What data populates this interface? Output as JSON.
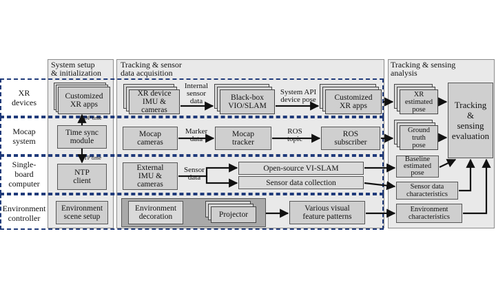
{
  "columns": {
    "setup": "System setup\n& initialization",
    "acquisition": "Tracking & sensor\ndata acquisition",
    "analysis": "Tracking & sensing\nanalysis"
  },
  "rows": {
    "xr": "XR\ndevices",
    "mocap": "Mocap\nsystem",
    "sbc": "Single-\nboard\ncomputer",
    "env": "Environment\ncontroller"
  },
  "nodes": {
    "customized_xr_apps_setup": "Customized\nXR apps",
    "time_sync": "Time sync\nmodule",
    "ntp_client": "NTP\nclient",
    "env_scene_setup": "Environment\nscene setup",
    "xr_device_imu": "XR device\nIMU &\ncameras",
    "blackbox_vio": "Black-box\nVIO/SLAM",
    "customized_xr_apps_acq": "Customized\nXR apps",
    "mocap_cameras": "Mocap\ncameras",
    "mocap_tracker": "Mocap\ntracker",
    "ros_subscriber": "ROS\nsubscriber",
    "external_imu": "External\nIMU &\ncameras",
    "open_source_vislam": "Open-source VI-SLAM",
    "sensor_data_collection": "Sensor data collection",
    "env_decoration": "Environment\ndecoration",
    "projector": "Projector",
    "visual_patterns": "Various visual\nfeature patterns",
    "xr_estimated_pose": "XR\nestimated\npose",
    "ground_truth_pose": "Ground\ntruth\npose",
    "baseline_estimated_pose": "Baseline\nestimated\npose",
    "sensor_data_characteristics": "Sensor data\ncharacteristics",
    "environment_characteristics": "Environment\ncharacteristics",
    "tracking_eval": "Tracking\n&\nsensing\nevaluation"
  },
  "labels": {
    "udp_time": "UDP time",
    "ntp_time": "NTP time",
    "internal_sensor_data": "Internal\nsensor\ndata",
    "system_api_device_pose": "System API\ndevice pose",
    "marker_data": "Marker\ndata",
    "ros_topic": "ROS\ntopic",
    "sensor_data": "Sensor\ndata"
  },
  "colors": {
    "lane_border": "#1f3a7a",
    "panel_bg": "#e9e9e9",
    "box_fill": "#cfcfcf",
    "arrow": "#111111"
  }
}
